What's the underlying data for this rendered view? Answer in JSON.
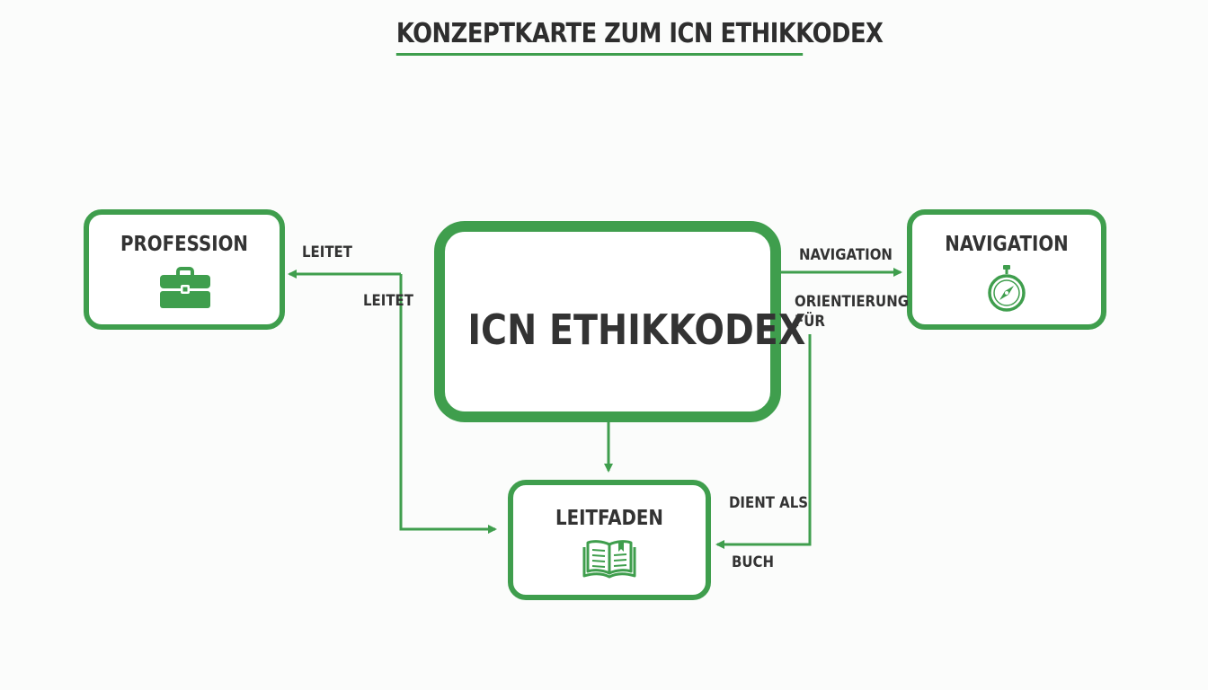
{
  "title": "KONZEPTKARTE ZUM ICN ETHIKKODEX",
  "nodes": {
    "center": {
      "label": "ICN ETHIKKODEX"
    },
    "profession": {
      "label": "PROFESSION",
      "icon": "briefcase-icon"
    },
    "navigation": {
      "label": "NAVIGATION",
      "icon": "compass-icon"
    },
    "leitfaden": {
      "label": "LEITFADEN",
      "icon": "open-book-icon"
    }
  },
  "edges": {
    "leitet_top": "LEITET",
    "leitet_side": "LEITET",
    "navigation": "NAVIGATION",
    "orientierung_1": "ORIENTIERUNG",
    "orientierung_2": "FÜR",
    "dient_als": "DIENT ALS",
    "buch": "BUCH"
  },
  "colors": {
    "accent": "#3f9e4d",
    "text": "#333333",
    "background": "#fbfcfb"
  }
}
